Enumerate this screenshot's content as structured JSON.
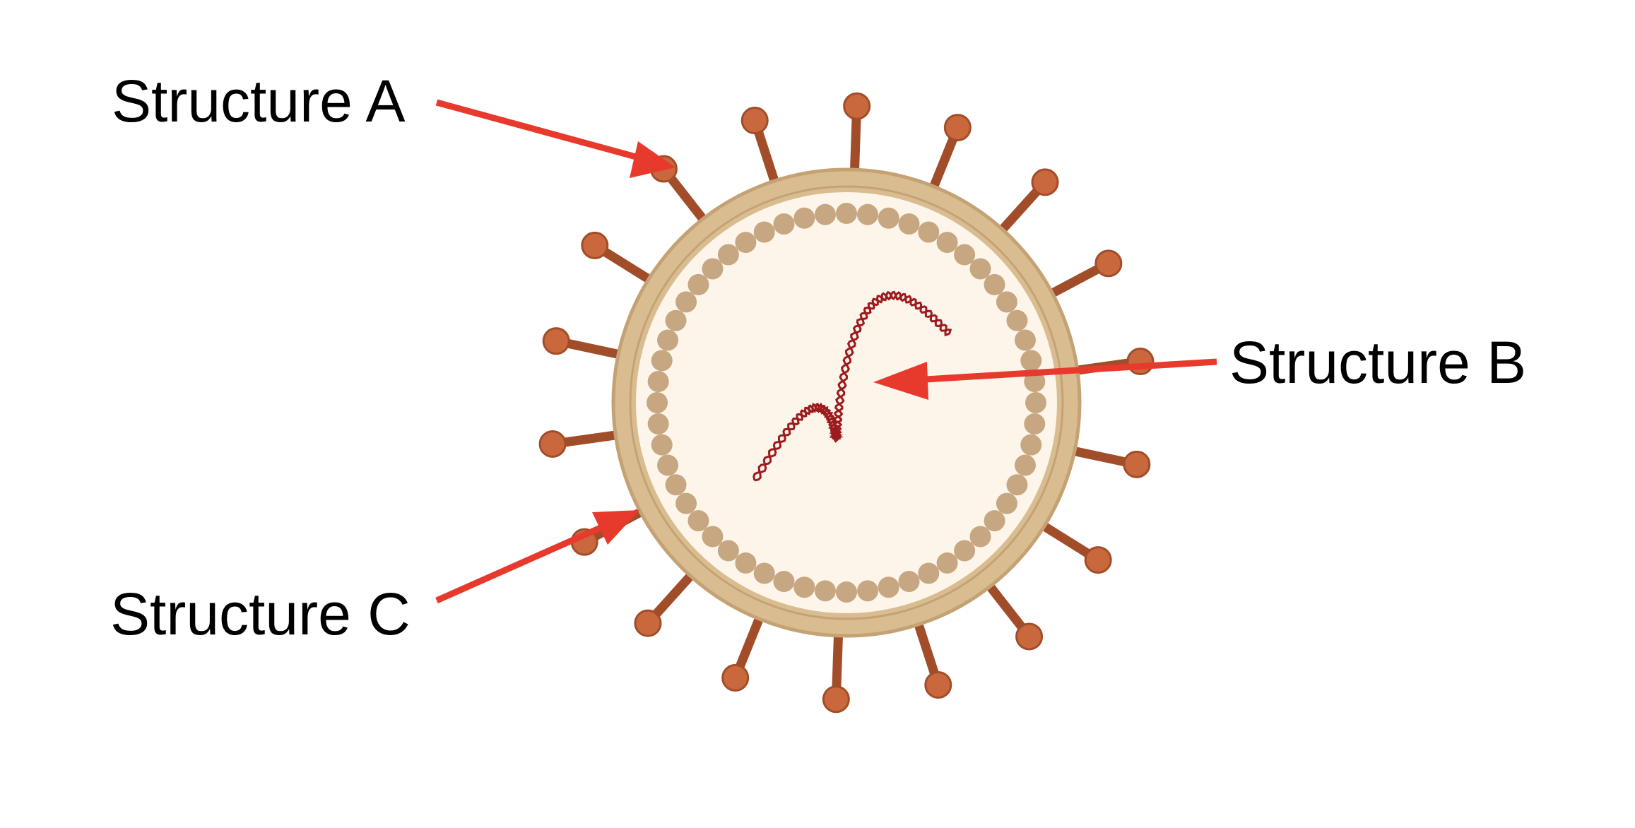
{
  "labels": {
    "structure_a": "Structure A",
    "structure_b": "Structure B",
    "structure_c": "Structure C"
  },
  "colors": {
    "arrow": "#e8392d",
    "spike": "#c9683c",
    "spike_stroke": "#a24d29",
    "envelope": "#d9bd91",
    "envelope_stroke": "#c5a274",
    "interior": "#fdf5ea",
    "capsomere": "#c7a682",
    "genome": "#9b1b1f",
    "genome_light": "#f0c9b8"
  }
}
